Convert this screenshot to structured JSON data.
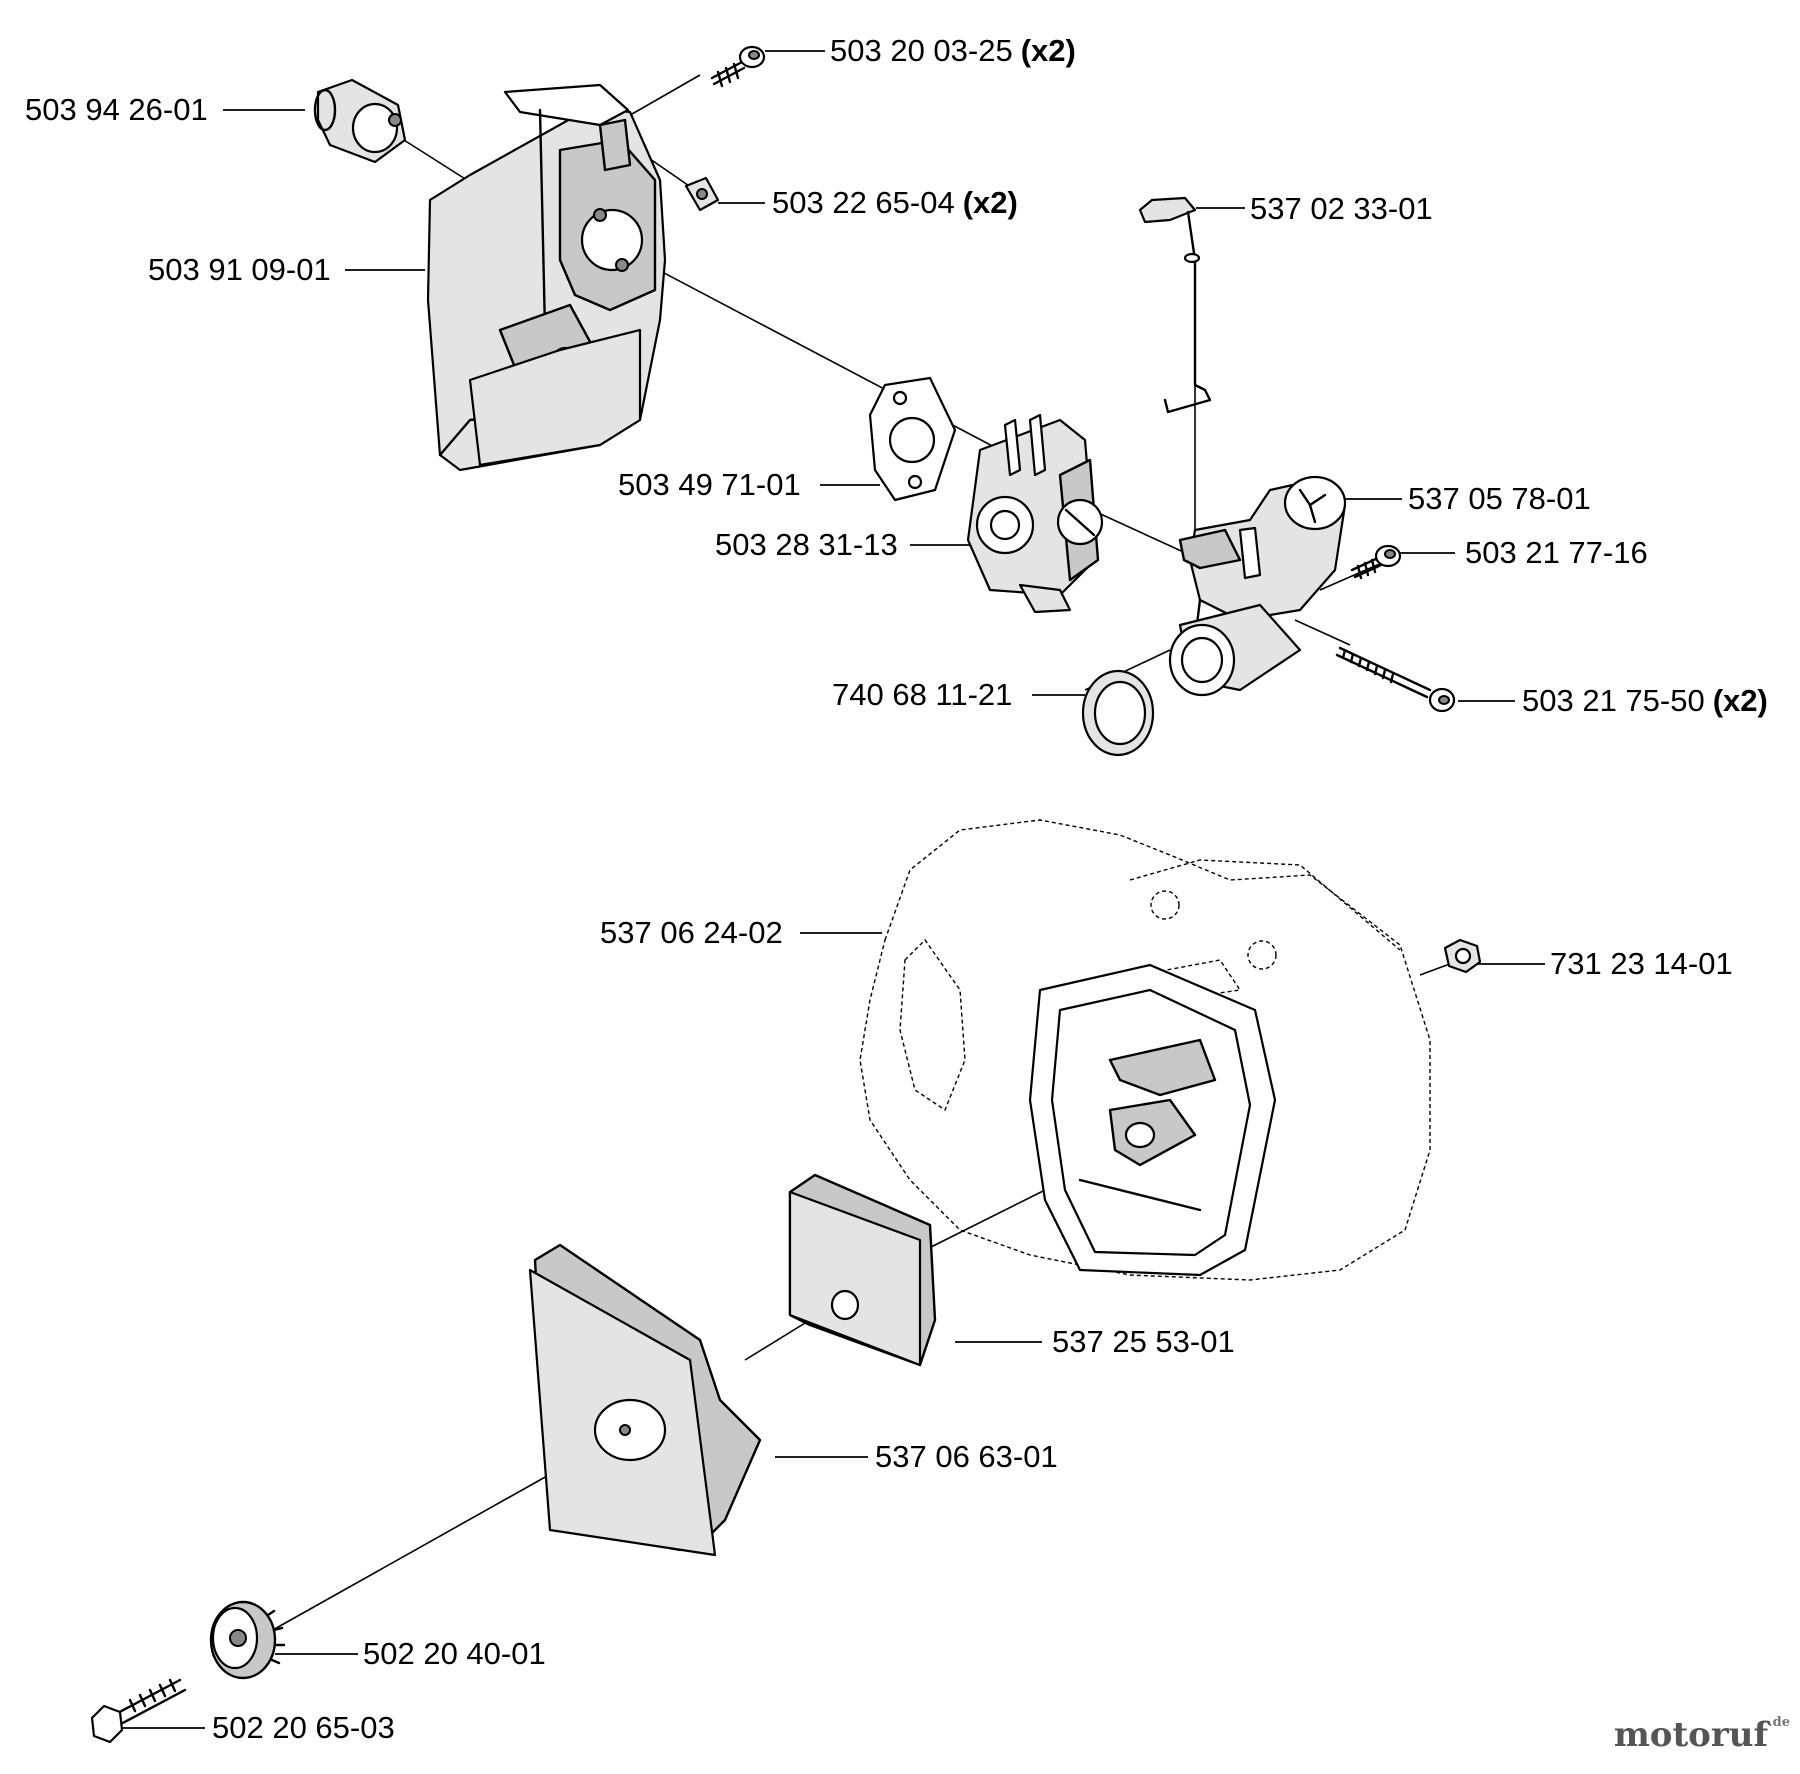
{
  "parts": [
    {
      "id": "p1",
      "number": "503 20 03-25",
      "qty": "(x2)"
    },
    {
      "id": "p2",
      "number": "503 94 26-01",
      "qty": ""
    },
    {
      "id": "p3",
      "number": "503 22 65-04",
      "qty": "(x2)"
    },
    {
      "id": "p4",
      "number": "537 02 33-01",
      "qty": ""
    },
    {
      "id": "p5",
      "number": "503 91 09-01",
      "qty": ""
    },
    {
      "id": "p6",
      "number": "503 49 71-01",
      "qty": ""
    },
    {
      "id": "p7",
      "number": "537 05 78-01",
      "qty": ""
    },
    {
      "id": "p8",
      "number": "503 28 31-13",
      "qty": ""
    },
    {
      "id": "p9",
      "number": "503 21 77-16",
      "qty": ""
    },
    {
      "id": "p10",
      "number": "740 68 11-21",
      "qty": ""
    },
    {
      "id": "p11",
      "number": "503 21 75-50",
      "qty": "(x2)"
    },
    {
      "id": "p12",
      "number": "537 06 24-02",
      "qty": ""
    },
    {
      "id": "p13",
      "number": "731 23 14-01",
      "qty": ""
    },
    {
      "id": "p14",
      "number": "537 25 53-01",
      "qty": ""
    },
    {
      "id": "p15",
      "number": "537 06 63-01",
      "qty": ""
    },
    {
      "id": "p16",
      "number": "502 20 40-01",
      "qty": ""
    },
    {
      "id": "p17",
      "number": "502 20 65-03",
      "qty": ""
    }
  ],
  "watermark": {
    "brand": "motoruf",
    "tld": ".de"
  }
}
